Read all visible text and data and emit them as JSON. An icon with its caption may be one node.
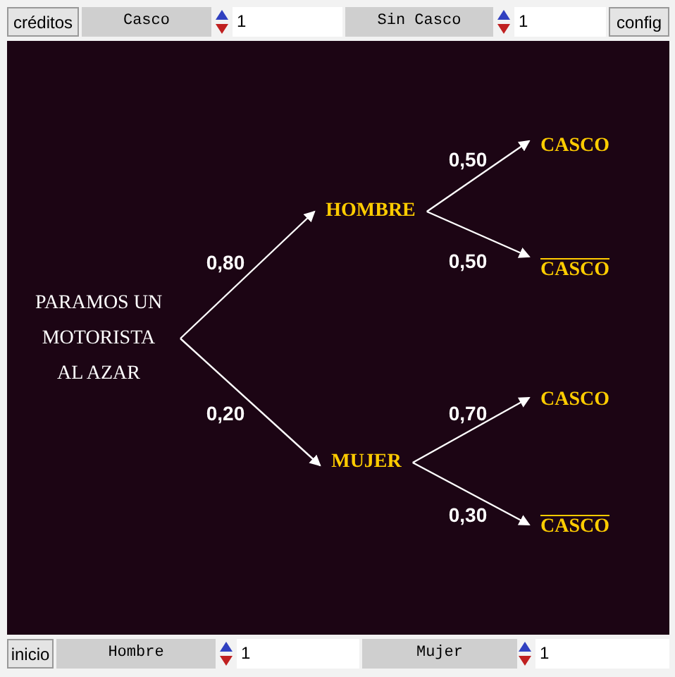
{
  "diagram": {
    "nodes": [
      {
        "text": [
          "PARAMOS UN MOTORISTA AL AZAR"
        ]
      },
      {
        "text": [
          "HOMBRE"
        ]
      },
      {
        "text": [
          "MUJER"
        ]
      },
      {
        "text": [
          "CASCO"
        ]
      },
      {
        "text": [
          "CASCO"
        ]
      },
      {
        "text": [
          "CASCO"
        ]
      },
      {
        "text": [
          "CASCO"
        ]
      }
    ],
    "edges": [
      {
        "from": 0,
        "to": 1,
        "arrow": "to",
        "label": "0,80"
      },
      {
        "from": 0,
        "to": 2,
        "arrow": "to",
        "label": "0,20"
      },
      {
        "from": 1,
        "to": 3,
        "arrow": "to",
        "label": "0,50"
      },
      {
        "from": 1,
        "to": 4,
        "arrow": "to",
        "label": "0,50"
      },
      {
        "from": 2,
        "to": 5,
        "arrow": "to",
        "label": "0,70"
      },
      {
        "from": 2,
        "to": 6,
        "arrow": "to",
        "label": "0,30"
      }
    ],
    "labels": [
      "créditos",
      "Casco",
      "1",
      "Sin Casco",
      "1",
      "config",
      "inicio",
      "Hombre",
      "1",
      "Mujer",
      "1"
    ]
  }
}
